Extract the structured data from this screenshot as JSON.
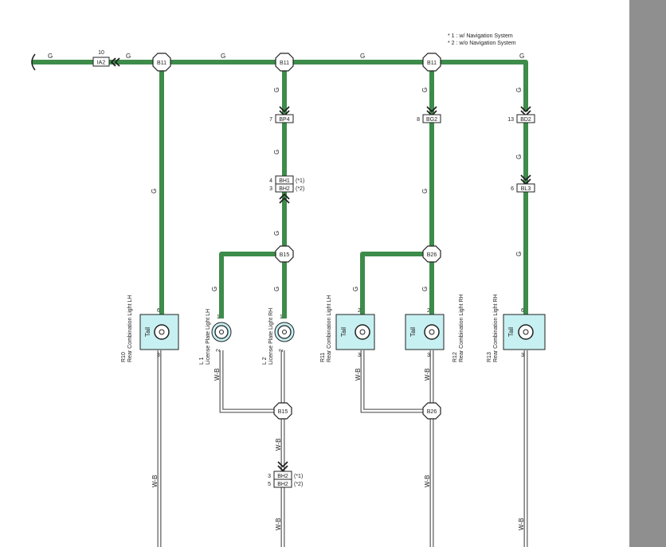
{
  "colors": {
    "wire_green": "#3d8c4a",
    "wire_wb": "#666666",
    "component_fill": "#c7f0f2",
    "page_background": "#ffffff",
    "scroll_gutter": "#8f8f8f"
  },
  "notes": [
    "* 1 : w/ Navigation System",
    "* 2 : w/o Navigation System"
  ],
  "connectors": {
    "ia2": {
      "id": "IA2",
      "pin": "10"
    },
    "bp4": {
      "id": "BP4",
      "pin": "7"
    },
    "bg2": {
      "id": "BG2",
      "pin": "8"
    },
    "bd2": {
      "id": "BD2",
      "pin": "13"
    },
    "bl3": {
      "id": "BL3",
      "pin": "6"
    },
    "bh_top": {
      "top": {
        "id": "BH1",
        "pin": "4",
        "note": "(*1)"
      },
      "bottom": {
        "id": "BH2",
        "pin": "3",
        "note": "(*2)"
      }
    },
    "bh_bottom": {
      "top": {
        "id": "BH2",
        "pin": "3",
        "note": "(*1)"
      },
      "bottom": {
        "id": "BH2",
        "pin": "5",
        "note": "(*2)"
      }
    }
  },
  "junctions": {
    "b11": "B11",
    "b15": "B15",
    "b26": "B26"
  },
  "wire_labels": {
    "g": "G",
    "wb": "W-B"
  },
  "components": {
    "r10": {
      "code": "R10",
      "name": "Rear Combination Light LH",
      "func": "Tail",
      "pin_top": "6",
      "pin_bottom": "3"
    },
    "l1": {
      "code": "L 1",
      "name": "License Plate Light LH",
      "pin_top": "1",
      "pin_bottom": "2"
    },
    "l2": {
      "code": "L 2",
      "name": "License Plate Light RH",
      "pin_top": "1",
      "pin_bottom": "2"
    },
    "r11": {
      "code": "R11",
      "name": "Rear Combination Light LH",
      "func": "Tail",
      "pin_top": "2",
      "pin_bottom": "3"
    },
    "r12": {
      "code": "R12",
      "name": "Rear Combination Light RH",
      "func": "Tail",
      "pin_top": "2",
      "pin_bottom": "3"
    },
    "r13": {
      "code": "R13",
      "name": "Rear Combination Light RH",
      "func": "Tail",
      "pin_top": "6",
      "pin_bottom": "3"
    }
  }
}
